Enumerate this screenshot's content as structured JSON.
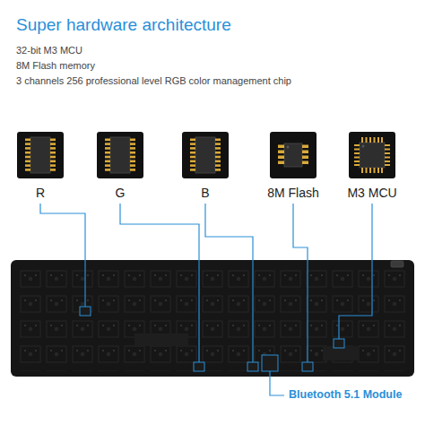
{
  "diagram": {
    "title": "Super hardware architecture",
    "nodes": [
      {
        "text": [
          "R"
        ]
      },
      {
        "text": [
          "G"
        ]
      },
      {
        "text": [
          "B"
        ]
      },
      {
        "text": [
          "8M Flash"
        ]
      },
      {
        "text": [
          "M3 MCU"
        ]
      }
    ],
    "labels": [
      "32-bit M3 MCU",
      "8M Flash memory",
      "3 channels 256 professional level RGB color management chip",
      "Bluetooth 5.1 Module"
    ]
  }
}
